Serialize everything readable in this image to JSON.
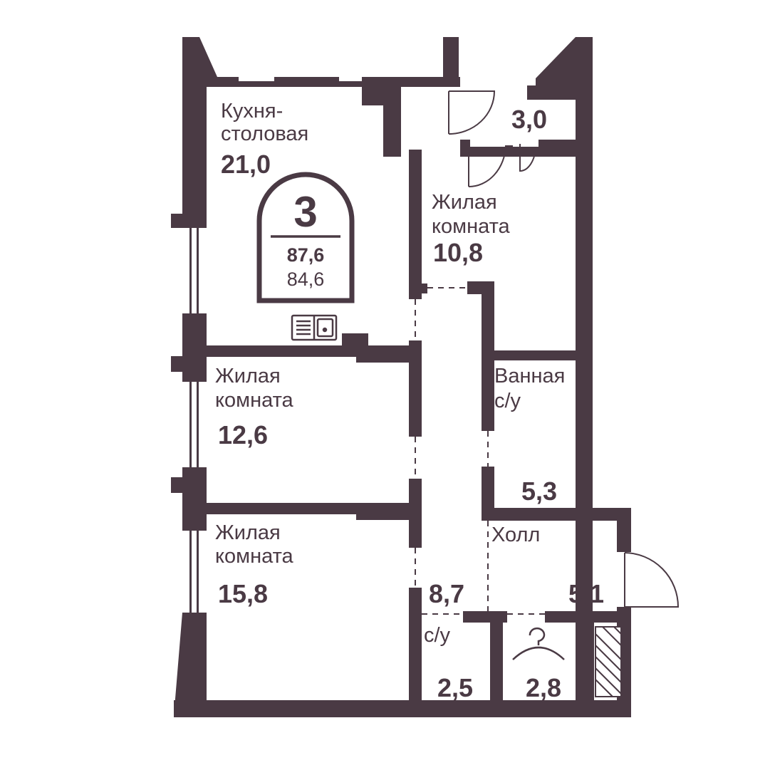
{
  "colors": {
    "wall": "#4a3a44",
    "background": "#ffffff"
  },
  "apartment": {
    "rooms_count": "3",
    "total_area": "87,6",
    "living_area": "84,6"
  },
  "rooms": {
    "kitchen": {
      "name_line1": "Кухня-",
      "name_line2": "столовая",
      "area": "21,0"
    },
    "living_top": {
      "name_line1": "Жилая",
      "name_line2": "комната",
      "area": "10,8"
    },
    "living_mid": {
      "name_line1": "Жилая",
      "name_line2": "комната",
      "area": "12,6"
    },
    "living_bottom": {
      "name_line1": "Жилая",
      "name_line2": "комната",
      "area": "15,8"
    },
    "balcony": {
      "area": "3,0"
    },
    "bathroom": {
      "name_line1": "Ванная",
      "name_line2": "с/у",
      "area": "5,3"
    },
    "hall": {
      "name": "Холл",
      "area": "5,1"
    },
    "corridor": {
      "area": "8,7"
    },
    "wc": {
      "name": "с/у",
      "area": "2,5"
    },
    "wardrobe": {
      "area": "2,8",
      "icon": "hanger-icon"
    }
  },
  "icons": {
    "sink": "sink-icon",
    "hanger": "hanger-icon"
  }
}
